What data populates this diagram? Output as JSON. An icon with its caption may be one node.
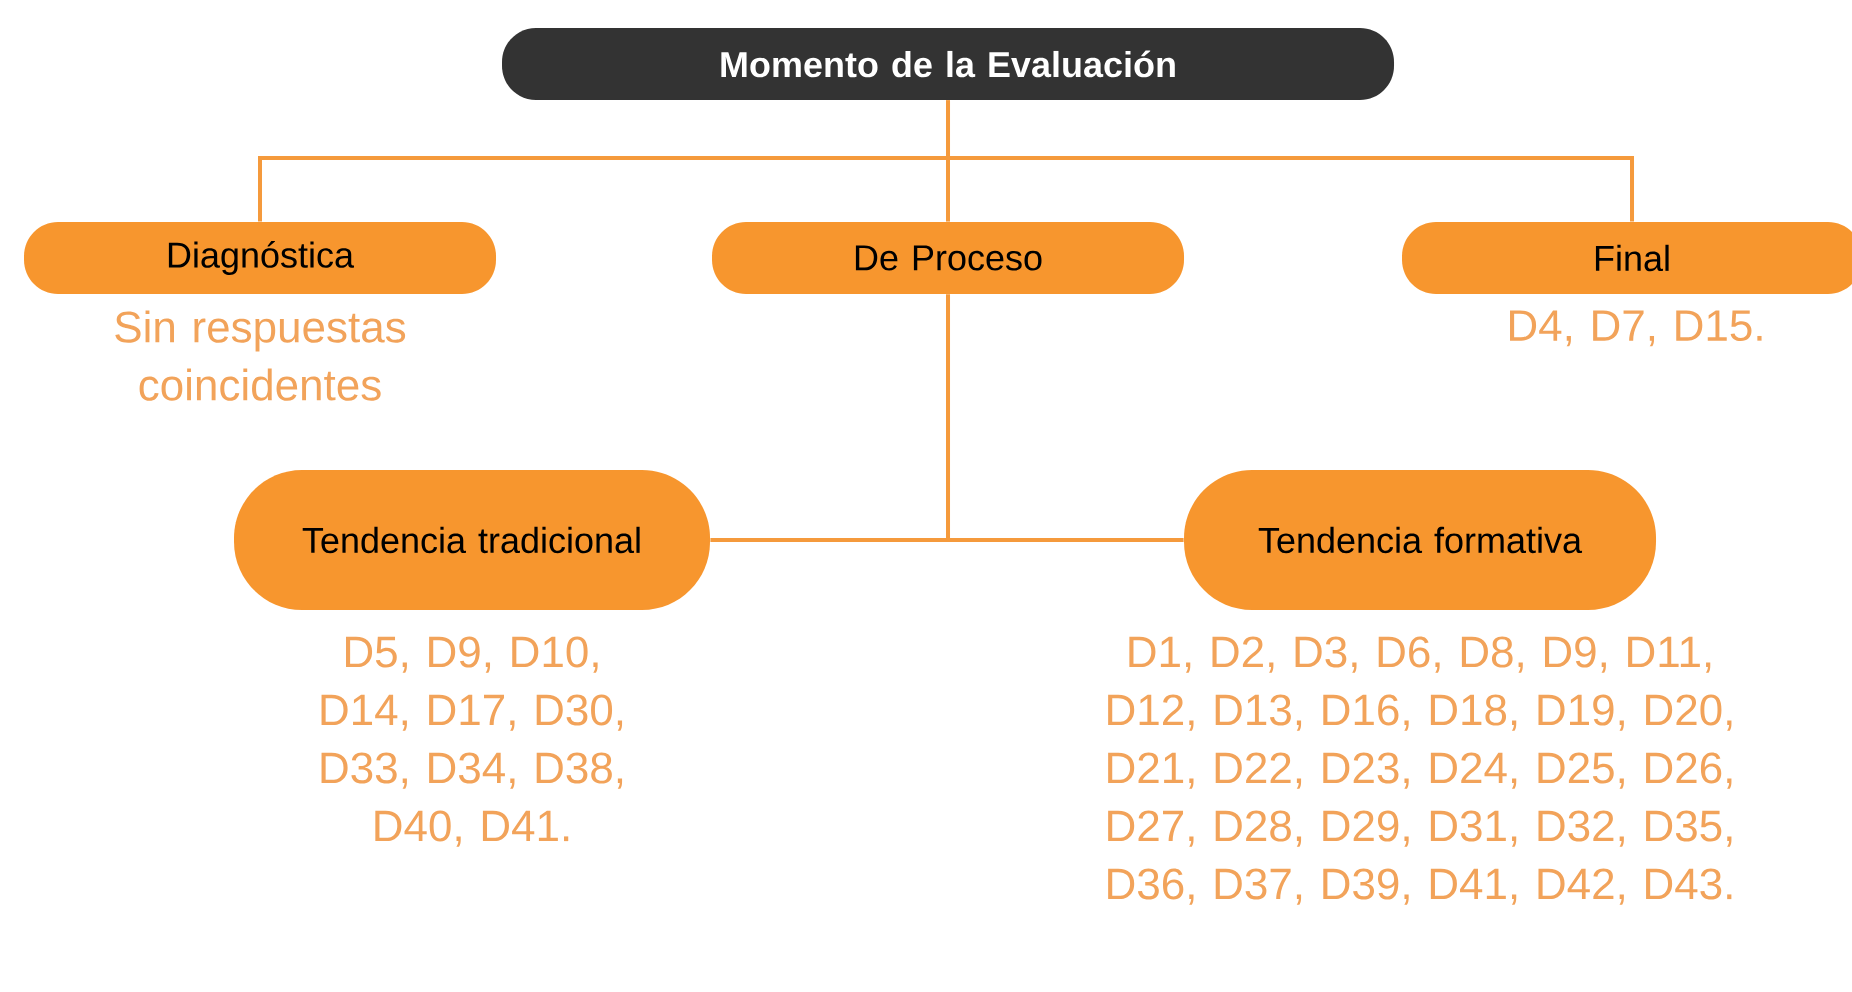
{
  "diagram": {
    "nodes": [
      {
        "text": [
          "Momento de la Evaluación"
        ]
      },
      {
        "text": [
          "Diagnóstica"
        ],
        "beside": [
          "Sin respuestas coincidentes"
        ]
      },
      {
        "text": [
          "De Proceso"
        ]
      },
      {
        "text": [
          "Final"
        ],
        "beside": [
          "D4, D7, D15."
        ]
      },
      {
        "text": [
          "Tendencia tradicional"
        ],
        "beside": [
          "D5, D9, D10, D14, D17, D30, D33, D34, D38, D40, D41."
        ]
      },
      {
        "text": [
          "Tendencia formativa"
        ],
        "beside": [
          "D1, D2, D3, D6, D8, D9, D11, D12, D13, D16, D18, D19, D20, D21, D22, D23, D24, D25, D26, D27, D28, D29, D31, D32, D35, D36, D37, D39, D41, D42, D43."
        ]
      }
    ],
    "edges": [
      {
        "from": 0,
        "to": 1,
        "arrow": "none"
      },
      {
        "from": 0,
        "to": 2,
        "arrow": "none"
      },
      {
        "from": 0,
        "to": 3,
        "arrow": "none"
      },
      {
        "from": 2,
        "to": 4,
        "arrow": "none"
      },
      {
        "from": 2,
        "to": 5,
        "arrow": "none"
      }
    ]
  }
}
